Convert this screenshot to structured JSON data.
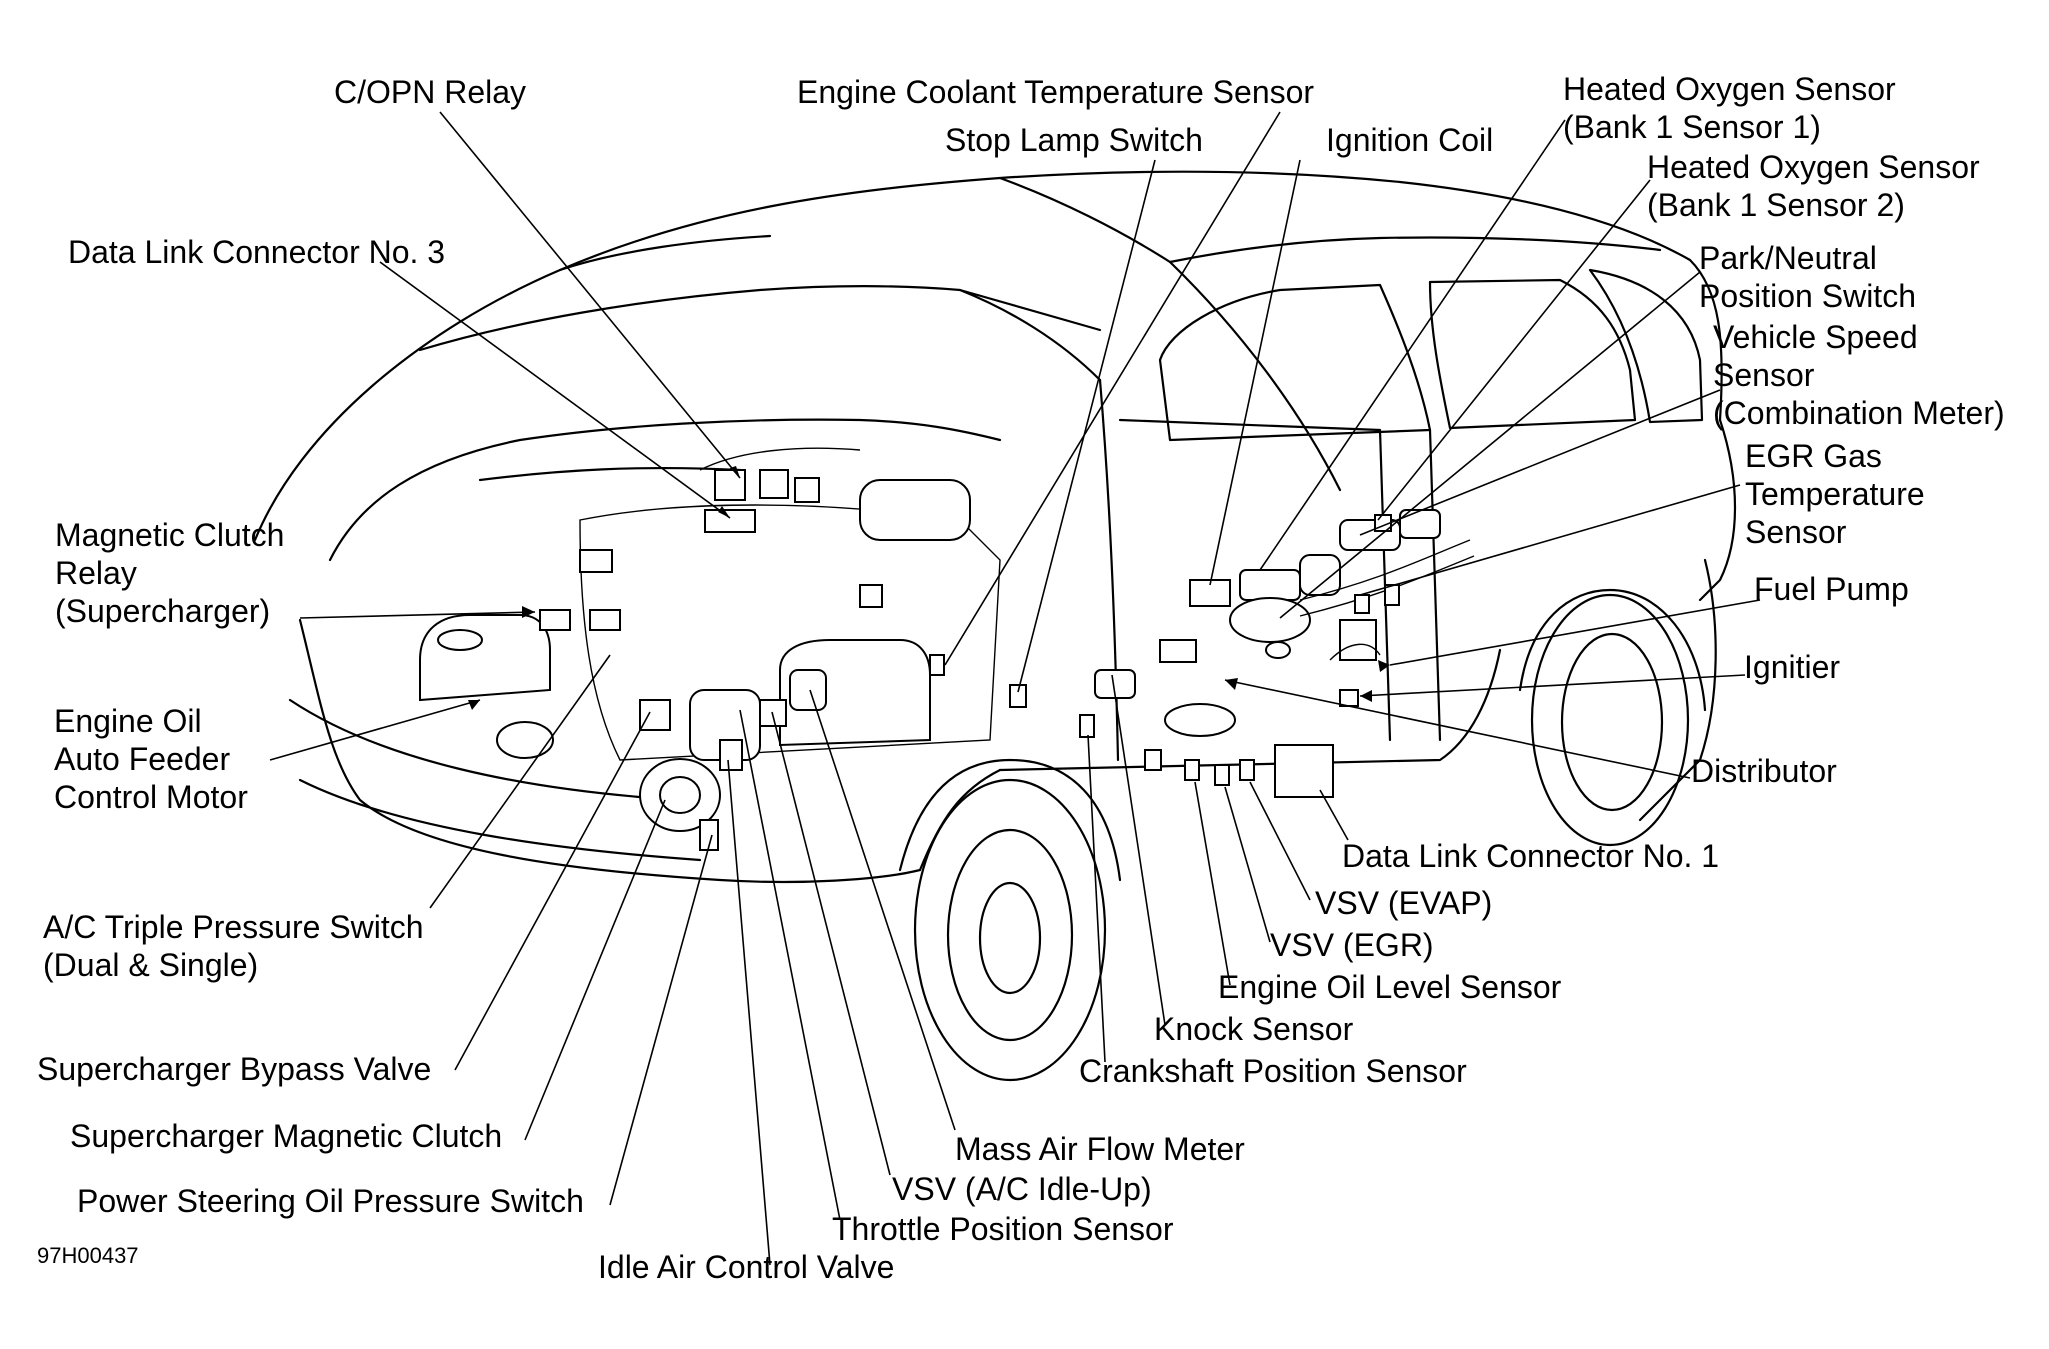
{
  "figure_code": "97H00437",
  "labels": {
    "c_opn_relay": "C/OPN Relay",
    "data_link_connector_3": "Data Link Connector No. 3",
    "magnetic_clutch_relay": [
      "Magnetic Clutch",
      "Relay",
      "(Supercharger)"
    ],
    "engine_oil_auto_feeder": [
      "Engine Oil",
      "Auto Feeder",
      "Control Motor"
    ],
    "ac_triple_pressure_switch": [
      "A/C Triple Pressure Switch",
      "(Dual & Single)"
    ],
    "supercharger_bypass_valve": "Supercharger Bypass Valve",
    "supercharger_magnetic_clutch": "Supercharger Magnetic Clutch",
    "power_steering_oil_pressure_switch": "Power Steering Oil Pressure Switch",
    "idle_air_control_valve": "Idle Air Control Valve",
    "throttle_position_sensor": "Throttle Position Sensor",
    "vsv_ac_idle_up": "VSV (A/C Idle-Up)",
    "mass_air_flow_meter": "Mass Air Flow Meter",
    "engine_coolant_temperature_sensor": "Engine Coolant Temperature Sensor",
    "stop_lamp_switch": "Stop Lamp Switch",
    "ignition_coil": "Ignition Coil",
    "heated_oxygen_sensor_1": [
      "Heated Oxygen Sensor",
      "(Bank 1 Sensor 1)"
    ],
    "heated_oxygen_sensor_2": [
      "Heated Oxygen Sensor",
      "(Bank 1 Sensor 2)"
    ],
    "park_neutral_position_switch": [
      "Park/Neutral",
      "Position Switch"
    ],
    "vehicle_speed_sensor": [
      "Vehicle Speed",
      "Sensor",
      "(Combination Meter)"
    ],
    "egr_gas_temperature_sensor": [
      "EGR Gas",
      "Temperature",
      "Sensor"
    ],
    "fuel_pump": "Fuel Pump",
    "ignitier": "Ignitier",
    "distributor": "Distributor",
    "data_link_connector_1": "Data Link Connector No. 1",
    "vsv_evap": "VSV (EVAP)",
    "vsv_egr": "VSV (EGR)",
    "engine_oil_level_sensor": "Engine Oil Level Sensor",
    "knock_sensor": "Knock Sensor",
    "crankshaft_position_sensor": "Crankshaft Position Sensor"
  }
}
